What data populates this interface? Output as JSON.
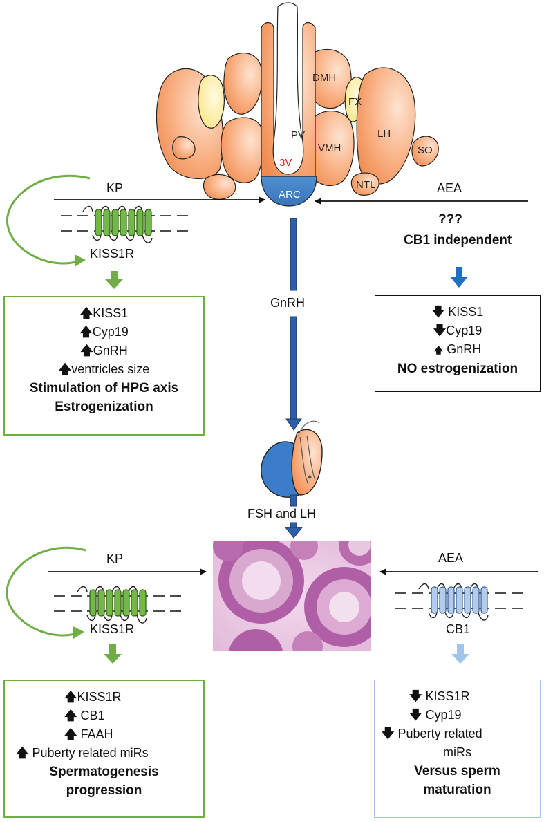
{
  "hypothalamus": {
    "regions": [
      "DMH",
      "FX",
      "PV",
      "LH",
      "VMH",
      "SO",
      "3V",
      "ARC",
      "NTL"
    ]
  },
  "top_left": {
    "ligand": "KP",
    "receptor": "KISS1R",
    "effects": [
      "KISS1",
      "Cyp19",
      "GnRH",
      "ventricles size"
    ],
    "bold": [
      "Stimulation of HPG axis",
      "Estrogenization"
    ]
  },
  "top_right": {
    "ligand": "AEA",
    "unknown": "???",
    "mechanism": "CB1 independent",
    "effects": [
      "KISS1",
      "Cyp19",
      "GnRH"
    ],
    "bold": [
      "NO estrogenization"
    ]
  },
  "center": {
    "hormone": "GnRH",
    "pituitary_output": "FSH and LH"
  },
  "bottom_left": {
    "ligand": "KP",
    "receptor": "KISS1R",
    "effects": [
      "KISS1R",
      "CB1",
      "FAAH",
      "Puberty related miRs"
    ],
    "bold": [
      "Spermatogenesis",
      "progression"
    ]
  },
  "bottom_right": {
    "ligand": "AEA",
    "receptor": "CB1",
    "effects": [
      "KISS1R",
      "Cyp19",
      "Puberty related",
      "miRs"
    ],
    "bold": [
      "Versus sperm",
      "maturation"
    ]
  },
  "colors": {
    "orange": "#f59a62",
    "orange_light": "#fde0cc",
    "yellow": "#fbeb8c",
    "arc_blue": "#4d8ed0",
    "gnrh_blue": "#2f5fa8",
    "green": "#70ad47",
    "light_blue": "#9fc5e8",
    "histo_pink": "#c67fb8"
  }
}
